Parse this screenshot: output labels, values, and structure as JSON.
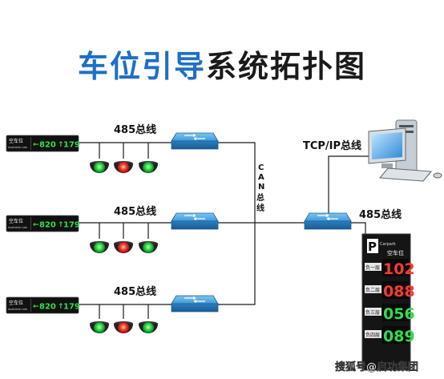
{
  "title": {
    "part1": "车位引导",
    "part2": "系统拓扑图"
  },
  "labels": {
    "bus_485": "485总线",
    "can_bus": [
      "C",
      "A",
      "N",
      "总",
      "线"
    ],
    "tcp_ip": "TCP/IP总线",
    "bus_485_right": "485总线"
  },
  "zone_display": {
    "name": "空车位",
    "sub": "Available Lots",
    "arrow": "←",
    "left_value": "820",
    "up_arrow": "↑",
    "right_value": "179"
  },
  "big_sign": {
    "logo": "P",
    "brand": "Carpark",
    "header": "空车位",
    "rows": [
      {
        "label": "负一层",
        "value": "102"
      },
      {
        "label": "负二层",
        "value": "088"
      },
      {
        "label": "负三层",
        "value": "056"
      },
      {
        "label": "负四层",
        "value": "089"
      }
    ]
  },
  "watermark": "搜狐号@启功集团",
  "colors": {
    "title_blue": "#1e6fc9",
    "line": "#1a1a1a",
    "switch": "#3d9ad8",
    "led_green": "#2fe04a",
    "led_red": "#ff3b30",
    "led_orange": "#ff8a1c",
    "display_bg": "#111111"
  }
}
